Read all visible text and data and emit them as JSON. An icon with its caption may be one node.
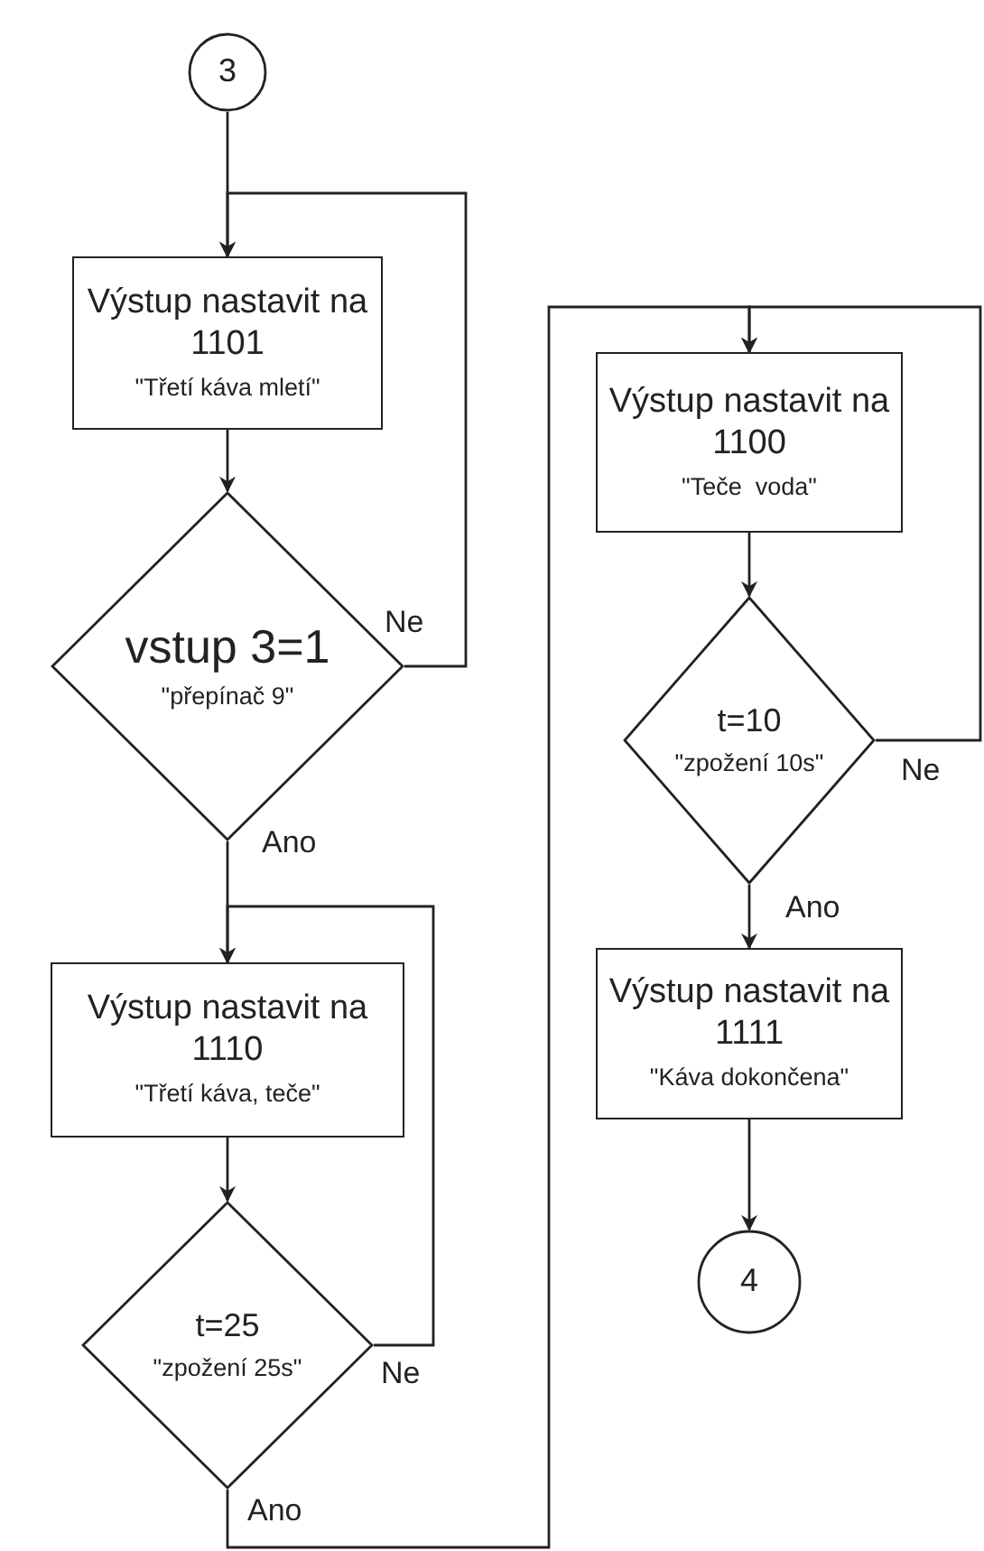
{
  "diagram": {
    "nodes": [
      {
        "text": [
          "3"
        ]
      },
      {
        "text": [
          "Výstup nastavit na 1101",
          "\"Třetí káva mletí\""
        ]
      },
      {
        "text": [
          "vstup 3=1",
          "\"přepínač 9\""
        ]
      },
      {
        "text": [
          "Výstup nastavit na 1110",
          "\"Třetí káva, teče\""
        ]
      },
      {
        "text": [
          "t=25",
          "\"zpožení 25s\""
        ]
      },
      {
        "text": [
          "Výstup nastavit na 1100",
          "\"Teče  voda\""
        ]
      },
      {
        "text": [
          "t=10",
          "\"zpožení 10s\""
        ]
      },
      {
        "text": [
          "Výstup nastavit na 1111",
          "\"Káva dokončena\""
        ]
      },
      {
        "text": [
          "4"
        ]
      }
    ],
    "edges": [
      {
        "from": 0,
        "to": 1,
        "arrow": "to"
      },
      {
        "from": 1,
        "to": 2,
        "arrow": "to"
      },
      {
        "from": 2,
        "to": 1,
        "arrow": "to",
        "label": "Ne"
      },
      {
        "from": 2,
        "to": 3,
        "arrow": "to",
        "label": "Ano"
      },
      {
        "from": 3,
        "to": 4,
        "arrow": "to"
      },
      {
        "from": 4,
        "to": 3,
        "arrow": "to",
        "label": "Ne"
      },
      {
        "from": 4,
        "to": 5,
        "arrow": "to",
        "label": "Ano"
      },
      {
        "from": 5,
        "to": 6,
        "arrow": "to"
      },
      {
        "from": 6,
        "to": 5,
        "arrow": "to",
        "label": "Ne"
      },
      {
        "from": 6,
        "to": 7,
        "arrow": "to",
        "label": "Ano"
      },
      {
        "from": 7,
        "to": 8,
        "arrow": "to"
      }
    ]
  }
}
